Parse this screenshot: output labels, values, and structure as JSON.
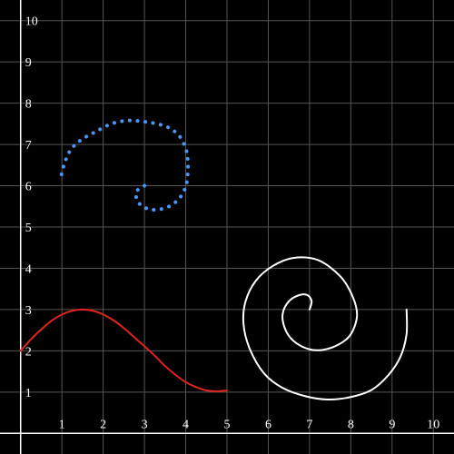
{
  "chart_data": {
    "type": "line",
    "title": "",
    "xlabel": "",
    "ylabel": "",
    "xlim": [
      -0.5,
      10.5
    ],
    "ylim": [
      -0.5,
      10.5
    ],
    "grid": true,
    "x_ticks": [
      "1",
      "2",
      "3",
      "4",
      "5",
      "6",
      "7",
      "8",
      "9",
      "10"
    ],
    "y_ticks": [
      "1",
      "2",
      "3",
      "4",
      "5",
      "6",
      "7",
      "8",
      "9",
      "10"
    ],
    "colors": {
      "background": "#000000",
      "grid": "#555555",
      "axis": "#ffffff",
      "tick_label": "#ffffff"
    },
    "series": [
      {
        "style": "solid",
        "color": "#e0241b",
        "x": [
          0,
          0.25,
          0.5,
          0.75,
          1,
          1.25,
          1.5,
          1.75,
          2,
          2.25,
          2.5,
          2.75,
          3,
          3.25,
          3.5,
          3.75,
          4,
          4.25,
          4.5,
          4.75,
          5
        ],
        "y": [
          2.0,
          2.28,
          2.52,
          2.73,
          2.88,
          2.97,
          3.0,
          2.97,
          2.88,
          2.74,
          2.55,
          2.33,
          2.11,
          1.88,
          1.63,
          1.42,
          1.24,
          1.12,
          1.04,
          1.02,
          1.04
        ]
      },
      {
        "style": "dotted",
        "color": "#4b96f3",
        "x": [
          3.0,
          2.8,
          2.85,
          3.05,
          3.3,
          3.6,
          3.85,
          4.0,
          4.05,
          4.05,
          4.0,
          3.85,
          3.6,
          3.3,
          3.0,
          2.6,
          2.2,
          1.8,
          1.45,
          1.2,
          1.05,
          0.95
        ],
        "y": [
          6.0,
          5.85,
          5.6,
          5.45,
          5.42,
          5.5,
          5.7,
          5.98,
          6.3,
          6.62,
          6.9,
          7.2,
          7.4,
          7.5,
          7.55,
          7.58,
          7.5,
          7.3,
          7.1,
          6.85,
          6.5,
          6.1
        ]
      },
      {
        "style": "solid",
        "color": "#ffffff",
        "x": [
          7.0,
          7.05,
          6.95,
          6.75,
          6.5,
          6.35,
          6.4,
          6.6,
          6.95,
          7.3,
          7.7,
          8.0,
          8.15,
          8.05,
          7.75,
          7.2,
          6.6,
          6.1,
          5.7,
          5.45,
          5.4,
          5.55,
          5.9,
          6.35,
          6.9,
          7.45,
          8.0,
          8.5,
          8.9,
          9.2,
          9.35,
          9.35
        ],
        "y": [
          3.0,
          3.2,
          3.35,
          3.35,
          3.2,
          2.9,
          2.55,
          2.25,
          2.05,
          2.02,
          2.15,
          2.4,
          2.85,
          3.3,
          3.8,
          4.2,
          4.25,
          4.05,
          3.7,
          3.2,
          2.65,
          2.05,
          1.45,
          1.1,
          0.9,
          0.82,
          0.88,
          1.05,
          1.4,
          1.85,
          2.4,
          3.0
        ]
      }
    ]
  }
}
